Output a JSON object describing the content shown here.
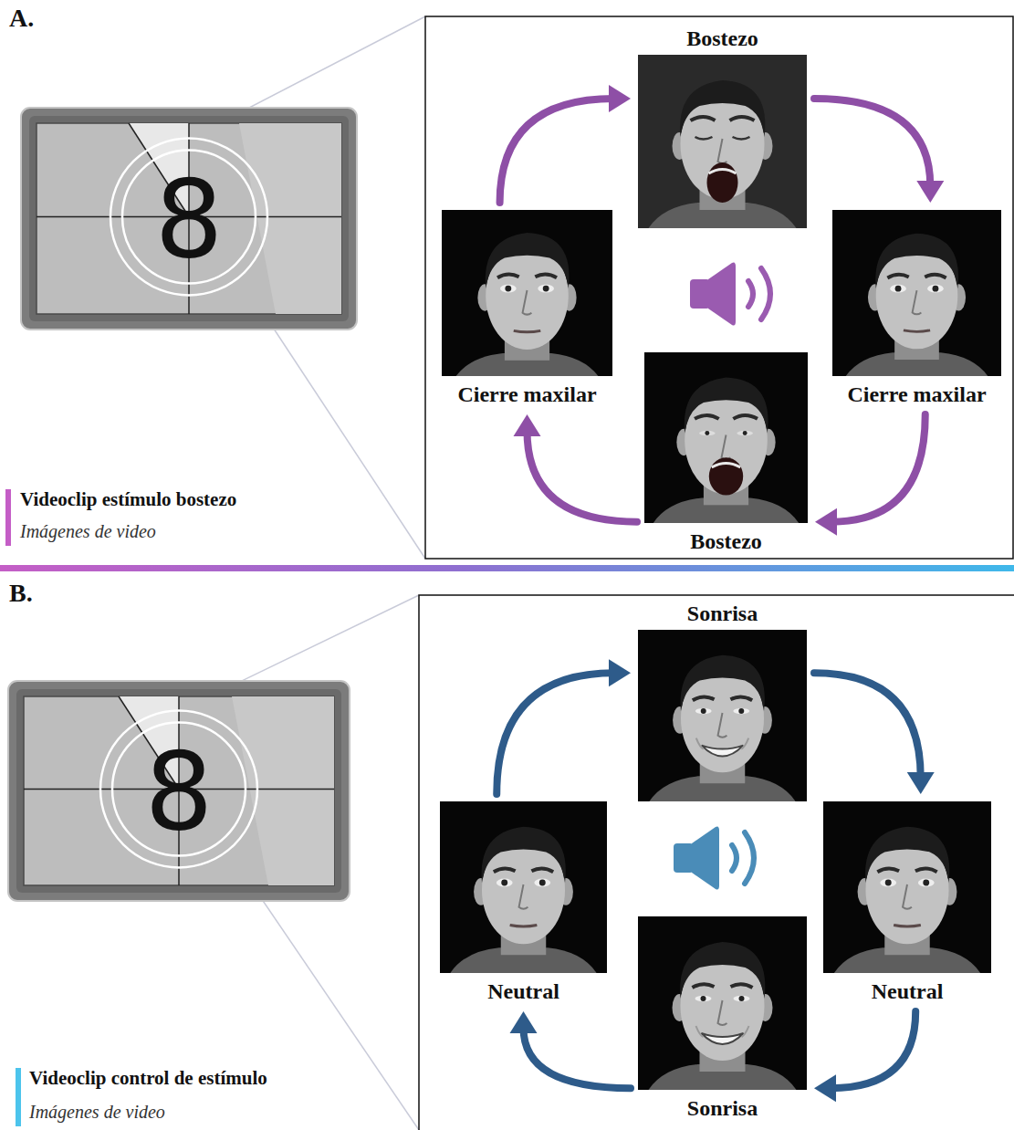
{
  "diagram": {
    "nodes": [
      {
        "text": [
          "8"
        ]
      },
      {
        "text": [
          "Bostezo"
        ]
      },
      {
        "text": [
          "Cierre maxilar"
        ]
      },
      {
        "text": [
          "Cierre maxilar"
        ]
      },
      {
        "text": [
          "Bostezo"
        ]
      },
      {
        "text": [
          "8"
        ]
      },
      {
        "text": [
          "Sonrisa"
        ]
      },
      {
        "text": [
          "Neutral"
        ]
      },
      {
        "text": [
          "Neutral"
        ]
      },
      {
        "text": [
          "Sonrisa"
        ]
      }
    ],
    "edges": [
      {
        "from": 2,
        "to": 1,
        "arrow": "to"
      },
      {
        "from": 1,
        "to": 3,
        "arrow": "to"
      },
      {
        "from": 3,
        "to": 4,
        "arrow": "to"
      },
      {
        "from": 4,
        "to": 2,
        "arrow": "to"
      },
      {
        "from": 7,
        "to": 6,
        "arrow": "to"
      },
      {
        "from": 6,
        "to": 8,
        "arrow": "to"
      },
      {
        "from": 8,
        "to": 9,
        "arrow": "to"
      },
      {
        "from": 9,
        "to": 7,
        "arrow": "to"
      }
    ],
    "labels": [
      "A.",
      "Imágenes de video",
      "B.",
      "Imágenes de video"
    ],
    "legend": [
      {
        "text": "Videoclip estímulo bostezo",
        "color": "#c45ec6"
      },
      {
        "text": "Videoclip control de estímulo",
        "color": "#4cc4ec"
      }
    ]
  }
}
